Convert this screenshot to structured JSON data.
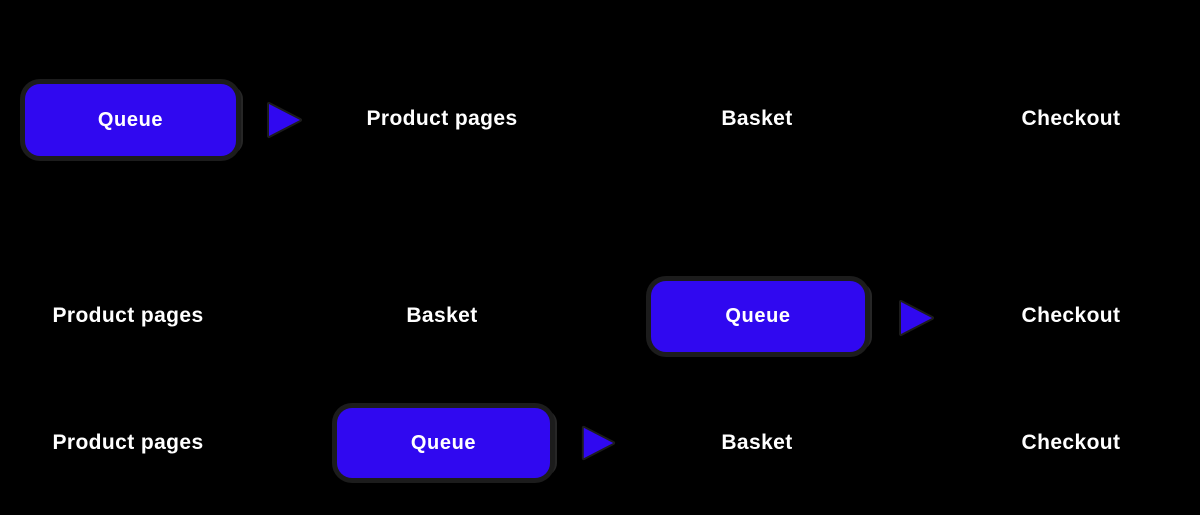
{
  "theme": {
    "bg": "#000000",
    "accent": "#3008f0",
    "text": "#ffffff",
    "halo": "#1c1c1c"
  },
  "rows": [
    {
      "queue_label": "Queue",
      "steps": [
        "Product pages",
        "Basket",
        "Checkout"
      ]
    },
    {
      "queue_label": "Queue",
      "steps": [
        "Product pages",
        "Basket",
        "Checkout"
      ]
    },
    {
      "queue_label": "Queue",
      "steps": [
        "Product pages",
        "Basket",
        "Checkout"
      ]
    }
  ]
}
